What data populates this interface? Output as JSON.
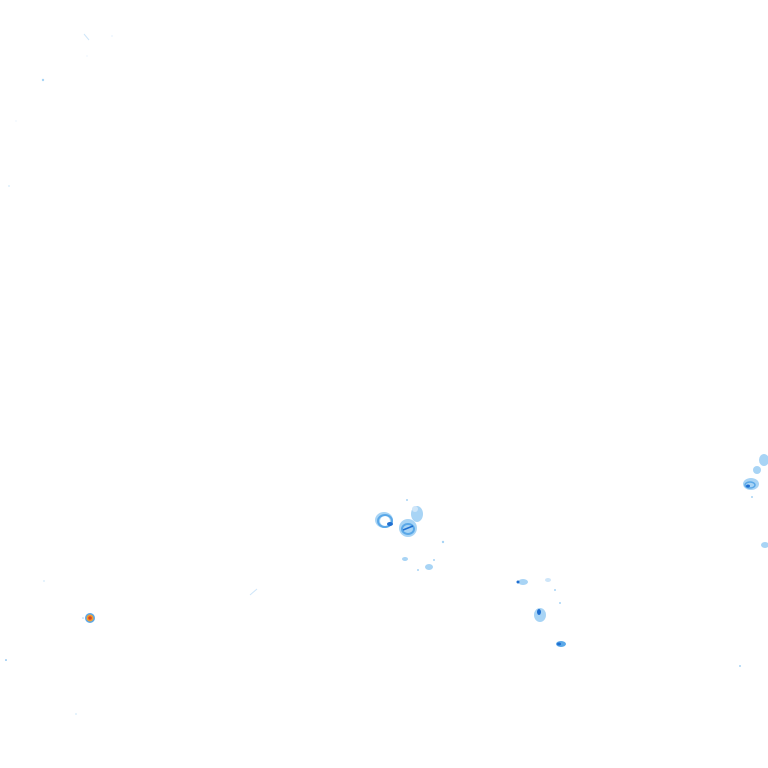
{
  "map": {
    "type": "radar-reflectivity-overlay",
    "background_color": "#ffffff",
    "palette": {
      "light": "#a8d4f5",
      "medium": "#5aa8e8",
      "strong": "#1f6fd1",
      "dark": "#0b3f8f",
      "warm": "#f29b30",
      "hot": "#d9471f"
    },
    "echo_clusters": [
      {
        "id": "cluster-center",
        "intensity": "medium"
      },
      {
        "id": "cluster-center-south",
        "intensity": "light"
      },
      {
        "id": "cluster-east-edge",
        "intensity": "medium"
      },
      {
        "id": "cluster-southeast",
        "intensity": "strong"
      },
      {
        "id": "cluster-southwest-cell",
        "intensity": "hot"
      },
      {
        "id": "cluster-northwest-specks",
        "intensity": "light"
      }
    ]
  }
}
